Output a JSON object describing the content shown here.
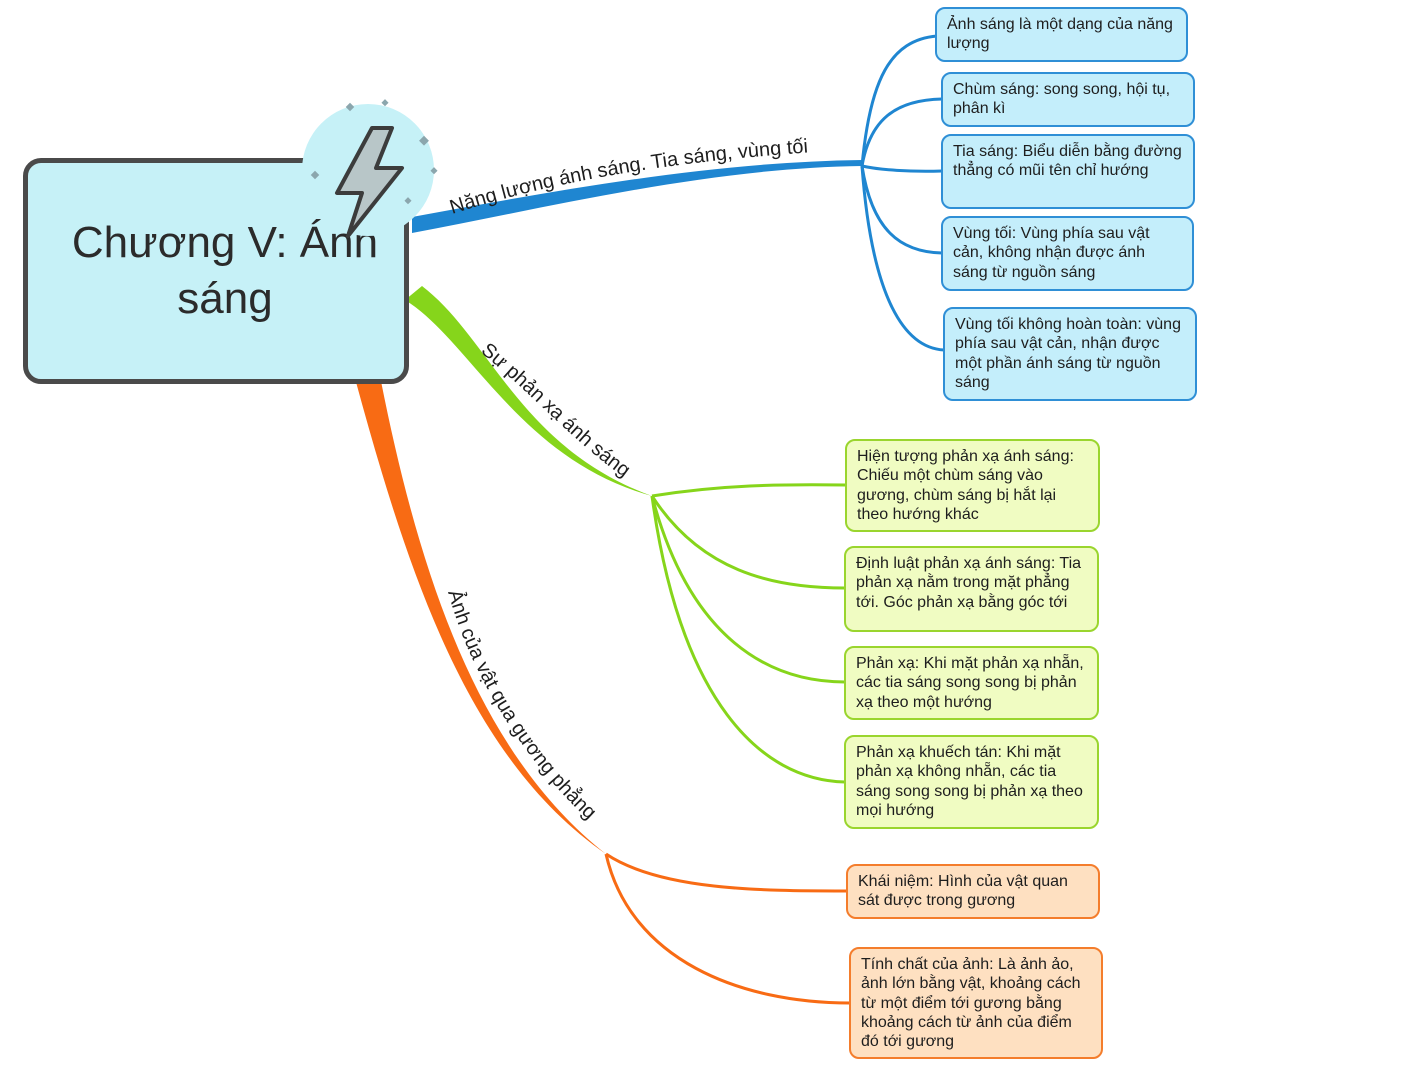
{
  "central": {
    "title": "Chương V: Ánh sáng",
    "icon": "lightning-bolt-icon"
  },
  "colors": {
    "blue": "#1f86d1",
    "green": "#86d51b",
    "orange": "#f86b14"
  },
  "branches": [
    {
      "id": "blue",
      "label": "Năng lượng ánh sáng. Tia sáng, vùng tối",
      "nodes": [
        "Ảnh sáng là một dạng của năng lượng",
        "Chùm sáng: song song, hội tụ, phân kì",
        "Tia sáng: Biểu diễn bằng đường thẳng có mũi tên chỉ hướng",
        "Vùng tối: Vùng phía sau vật cản, không nhận được ánh sáng từ nguồn sáng",
        "Vùng tối không hoàn toàn: vùng phía sau vật cản, nhận được một phần ánh sáng từ nguồn sáng"
      ]
    },
    {
      "id": "green",
      "label": "Sự phản xạ ánh sáng",
      "nodes": [
        "Hiện tượng phản xạ ánh sáng: Chiếu một chùm sáng vào gương, chùm sáng bị hắt lại theo hướng khác",
        "Định luật phản xạ ánh sáng: Tia phản xạ nằm trong mặt phẳng tới. Góc phản xạ bằng góc tới",
        "Phản xạ: Khi mặt phản xạ nhẵn, các tia sáng song song bị phản xạ theo một hướng",
        "Phản xạ khuếch tán: Khi mặt phản xạ không nhẵn, các tia sáng song song bị phản xạ theo mọi hướng"
      ]
    },
    {
      "id": "orange",
      "label": "Ảnh của vật qua gương phẳng",
      "nodes": [
        "Khái niệm: Hình của vật quan sát được trong gương",
        "Tính chất của ảnh: Là ảnh ảo, ảnh lớn bằng vật, khoảng cách từ một điểm tới gương bằng khoảng cách từ ảnh của điểm đó tới gương"
      ]
    }
  ]
}
